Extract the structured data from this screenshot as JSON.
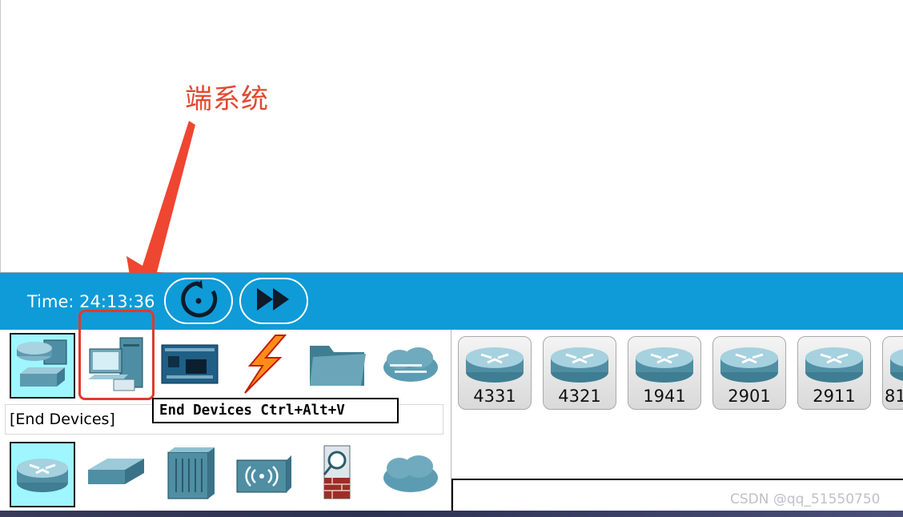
{
  "annotation": {
    "text": "端系统",
    "color": "#e4472f"
  },
  "sim_bar": {
    "time_label": "Time: 24:13:36",
    "reset_button_icon": "reset-clock-icon",
    "fast_forward_icon": "fast-forward-icon",
    "background": "#0f9bd7"
  },
  "device_panel": {
    "top_row_icons": [
      "network-devices-icon",
      "end-devices-icon",
      "components-icon",
      "connections-icon",
      "miscellaneous-icon",
      "multiuser-icon"
    ],
    "selected_category_label": "[End Devices]",
    "bottom_row_icons": [
      "routers-icon",
      "switches-icon",
      "hubs-icon",
      "wireless-devices-icon",
      "security-icon",
      "wan-emulation-icon"
    ]
  },
  "tooltip": {
    "text": "End Devices Ctrl+Alt+V"
  },
  "device_list": {
    "items": [
      {
        "label": "4331"
      },
      {
        "label": "4321"
      },
      {
        "label": "1941"
      },
      {
        "label": "2901"
      },
      {
        "label": "2911"
      },
      {
        "label": "81"
      }
    ]
  },
  "watermark": "CSDN @qq_51550750"
}
